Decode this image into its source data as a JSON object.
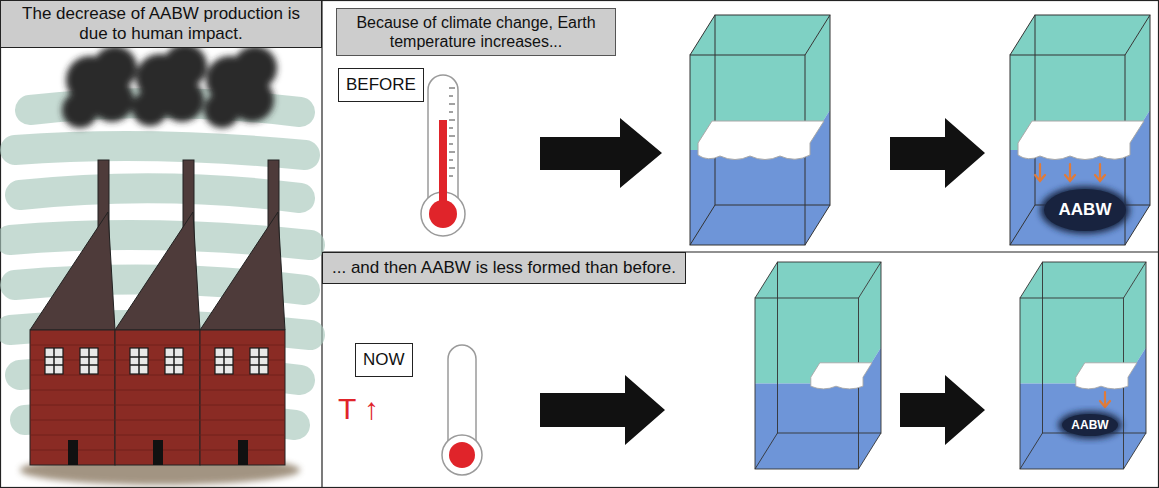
{
  "diagram": {
    "nodes": [
      {
        "text": [
          "The decrease of AABW production is due to human impact."
        ]
      },
      {
        "text": [
          "Because of climate change, Earth temperature increases..."
        ]
      },
      {
        "text": [
          "BEFORE"
        ]
      },
      {
        "text": [
          "AABW"
        ]
      },
      {
        "text": [
          "... and then AABW is less formed than before."
        ]
      },
      {
        "text": [
          "NOW"
        ]
      },
      {
        "text": [
          "AABW"
        ]
      }
    ],
    "labels": [
      "T ↑"
    ]
  }
}
